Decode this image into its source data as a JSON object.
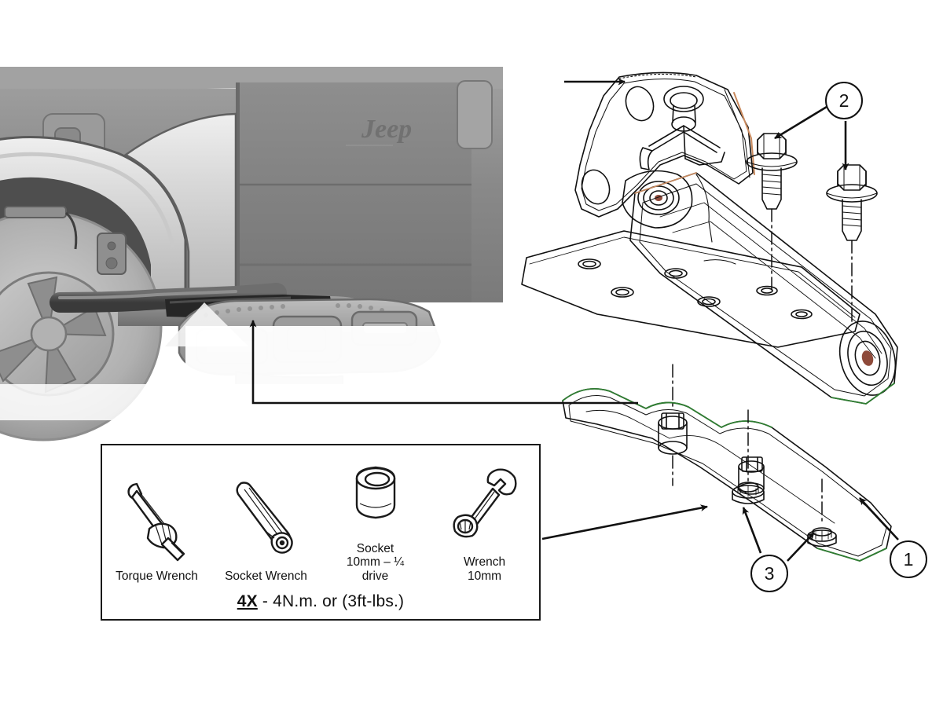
{
  "document": {
    "type": "vehicle-accessory-installation-diagram",
    "background_color": "#ffffff",
    "line_color": "#111111"
  },
  "vehicle_photo": {
    "name": "rear-quarter-view-photo",
    "description": "Grayscale photo of Jeep Gladiator rear quarter showing tailgate, rear bumper, exhaust tip and wheel",
    "badge_text": "Jeep",
    "arrow_label": "install-location-arrow",
    "colors": {
      "body_gray": "#8a8a8a",
      "bed_gray": "#7c7c7c",
      "flare_light": "#d7d7d7",
      "bumper_gray": "#9a9a9a",
      "tire_dark": "#b4b4b4",
      "shadow": "#2a2a2a"
    }
  },
  "assembly": {
    "name": "exploded-exhaust-tip-assembly",
    "description": "Exploded line drawing of exhaust tip valance, hanger bracket, bolts and nuts",
    "parts": [
      {
        "id": "1",
        "name": "exhaust-tip-valance",
        "callout": "1"
      },
      {
        "id": "2",
        "name": "hex-flange-bolt",
        "callout": "2",
        "quantity": 2
      },
      {
        "id": "3",
        "name": "hex-flange-nut",
        "callout": "3",
        "quantity": 2
      }
    ],
    "accent_colors": {
      "green_highlight": "#2f7d32",
      "orange_highlight": "#c98a5e"
    }
  },
  "callouts": [
    {
      "number": "1",
      "points_to": "exhaust-tip-valance"
    },
    {
      "number": "2",
      "points_to": "hex-flange-bolt"
    },
    {
      "number": "3",
      "points_to": "hex-flange-nut"
    }
  ],
  "tools_box": {
    "name": "required-tools-panel",
    "tools": [
      {
        "icon": "torque-wrench-icon",
        "label": "Torque Wrench"
      },
      {
        "icon": "socket-wrench-icon",
        "label": "Socket Wrench"
      },
      {
        "icon": "socket-icon",
        "label": "Socket\n10mm – ¼\ndrive"
      },
      {
        "icon": "combination-wrench-icon",
        "label": "Wrench\n10mm"
      }
    ],
    "torque_spec": {
      "quantity": "4X",
      "separator": "-",
      "value": "4N.m. or (3ft-lbs.)"
    }
  }
}
